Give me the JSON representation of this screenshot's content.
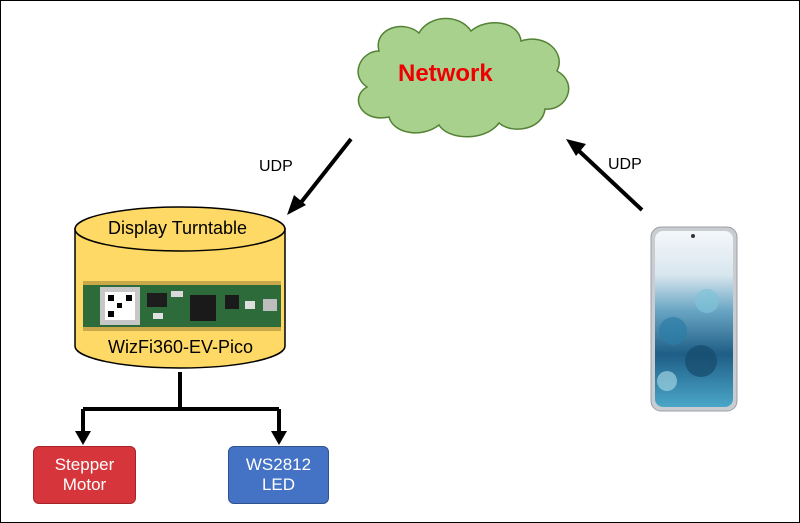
{
  "network": {
    "label": "Network"
  },
  "links": {
    "left_label": "UDP",
    "right_label": "UDP"
  },
  "device": {
    "title": "Display Turntable",
    "board_label": "WizFi360-EV-Pico"
  },
  "outputs": {
    "motor_line1": "Stepper",
    "motor_line2": "Motor",
    "led_line1": "WS2812",
    "led_line2": "LED"
  },
  "colors": {
    "cloud_fill": "#a9d18e",
    "cloud_stroke": "#548235",
    "network_text": "#ee0000",
    "cylinder_fill": "#ffd966",
    "cylinder_stroke": "#000000",
    "motor_box": "#d6363b",
    "led_box": "#4472c4",
    "board_green": "#2e6b3a"
  },
  "icons": {
    "phone": "smartphone-icon",
    "board": "microcontroller-board-icon"
  }
}
